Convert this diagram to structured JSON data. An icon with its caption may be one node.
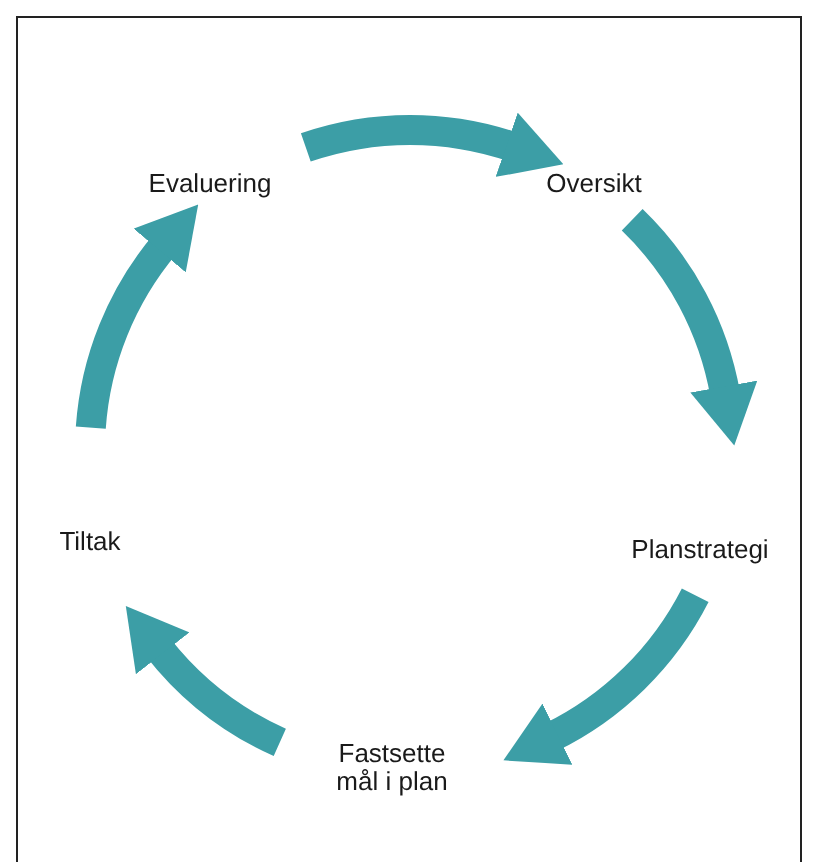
{
  "diagram": {
    "nodes": [
      {
        "text": [
          "Oversikt"
        ]
      },
      {
        "text": [
          "Planstrategi"
        ]
      },
      {
        "text": [
          "Fastsette mål i plan"
        ]
      },
      {
        "text": [
          "Tiltak"
        ]
      },
      {
        "text": [
          "Evaluering"
        ]
      }
    ],
    "edges": [
      {
        "from": 4,
        "to": 0,
        "arrow": "to"
      },
      {
        "from": 0,
        "to": 1,
        "arrow": "to"
      },
      {
        "from": 1,
        "to": 2,
        "arrow": "to"
      },
      {
        "from": 2,
        "to": 3,
        "arrow": "to"
      },
      {
        "from": 3,
        "to": 4,
        "arrow": "to"
      }
    ]
  }
}
